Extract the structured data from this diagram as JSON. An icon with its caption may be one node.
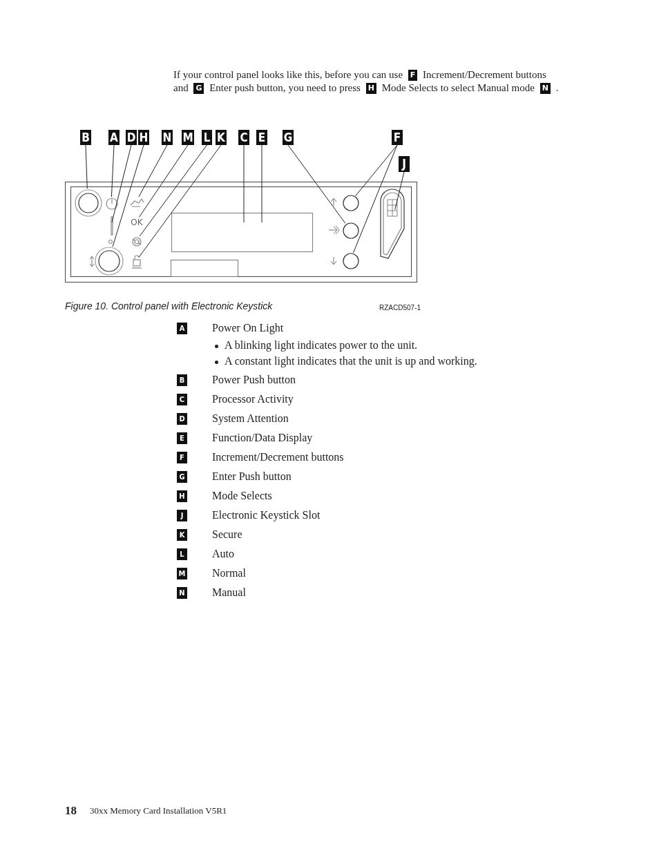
{
  "diagram": {
    "caption": "Figure 10. Control panel with Electronic Keystick",
    "nodes": [
      {
        "text": [
          "B"
        ]
      },
      {
        "text": [
          "A"
        ]
      },
      {
        "text": [
          "D"
        ]
      },
      {
        "text": [
          "H"
        ]
      },
      {
        "text": [
          "N"
        ]
      },
      {
        "text": [
          "M"
        ]
      },
      {
        "text": [
          "L"
        ]
      },
      {
        "text": [
          "K"
        ]
      },
      {
        "text": [
          "C"
        ]
      },
      {
        "text": [
          "E"
        ]
      },
      {
        "text": [
          "G"
        ]
      },
      {
        "text": [
          "F"
        ]
      },
      {
        "text": [
          "J"
        ]
      },
      {
        "text": [],
        "shape": "box"
      },
      {
        "text": [],
        "shape": "circle",
        "in": 13
      },
      {
        "text": [],
        "shape": "circle",
        "in": 13
      },
      {
        "text": [],
        "shape": "bar",
        "in": 13
      },
      {
        "text": [],
        "shape": "circle",
        "in": 13
      },
      {
        "text": [],
        "shape": "hand",
        "in": 13
      },
      {
        "text": [
          "OK"
        ],
        "in": 13
      },
      {
        "text": [],
        "shape": "arrows",
        "in": 13
      },
      {
        "text": [],
        "shape": "lock",
        "in": 13
      },
      {
        "text": [],
        "shape": "box",
        "in": 13
      },
      {
        "text": [],
        "shape": "circle",
        "in": 13
      },
      {
        "text": [],
        "shape": "circle",
        "in": 13
      },
      {
        "text": [],
        "shape": "circle",
        "in": 13
      },
      {
        "text": [],
        "shape": "slot",
        "in": 13
      }
    ],
    "edges": [
      {
        "from": 0,
        "to": 14,
        "arrow": "none"
      },
      {
        "from": 1,
        "to": 15,
        "arrow": "none"
      },
      {
        "from": 2,
        "to": 16,
        "arrow": "none"
      },
      {
        "from": 3,
        "to": 17,
        "arrow": "none"
      },
      {
        "from": 4,
        "to": 18,
        "arrow": "none"
      },
      {
        "from": 5,
        "to": 19,
        "arrow": "none"
      },
      {
        "from": 6,
        "to": 20,
        "arrow": "none"
      },
      {
        "from": 7,
        "to": 21,
        "arrow": "none"
      },
      {
        "from": 8,
        "to": 22,
        "arrow": "none"
      },
      {
        "from": 9,
        "to": 22,
        "arrow": "none"
      },
      {
        "from": 10,
        "to": 24,
        "arrow": "none"
      },
      {
        "from": 11,
        "to": 23,
        "arrow": "none"
      },
      {
        "from": 11,
        "to": 25,
        "arrow": "none"
      },
      {
        "from": 12,
        "to": 26,
        "arrow": "none"
      }
    ],
    "labels": [
      "If your control panel looks like this, before you can use F Increment/Decrement buttons and G Enter push button, you need to press H Mode Selects to select Manual mode N .",
      "RZACD507-1",
      "A",
      "Power On Light",
      "A blinking light indicates power to the unit.",
      "A constant light indicates that the unit is up and working.",
      "B",
      "Power Push button",
      "C",
      "Processor Activity",
      "D",
      "System Attention",
      "E",
      "Function/Data Display",
      "F",
      "Increment/Decrement buttons",
      "G",
      "Enter Push button",
      "H",
      "Mode Selects",
      "J",
      "Electronic Keystick Slot",
      "K",
      "Secure",
      "L",
      "Auto",
      "M",
      "Normal",
      "N",
      "Manual",
      "18",
      "30xx Memory Card Installation V5R1"
    ]
  }
}
